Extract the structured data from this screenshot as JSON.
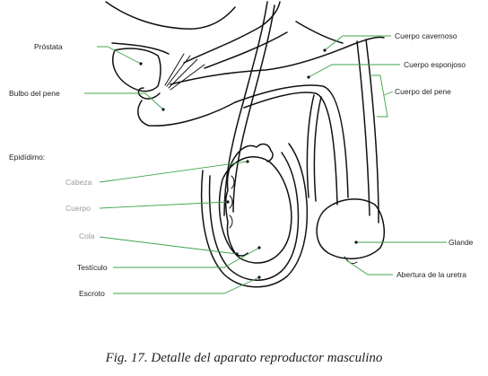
{
  "labels": {
    "prostata": "Próstata",
    "bulbo": "Bulbo del pene",
    "epididimo": "Epidídimo:",
    "cabeza": "Cabeza",
    "cuerpo": "Cuerpo",
    "cola": "Cola",
    "testiculo": "Testículo",
    "escroto": "Escroto",
    "cuerpo_cavernoso": "Cuerpo cavernoso",
    "cuerpo_esponjoso": "Cuerpo esponjoso",
    "cuerpo_del_pene": "Cuerpo del pene",
    "glande": "Glande",
    "abertura_uretra": "Abertura de la uretra"
  },
  "caption": "Fig. 17. Detalle del aparato reproductor masculino",
  "colors": {
    "leader": "#3fa34d",
    "outline": "#111111",
    "gray_label": "#9a9a9a"
  }
}
